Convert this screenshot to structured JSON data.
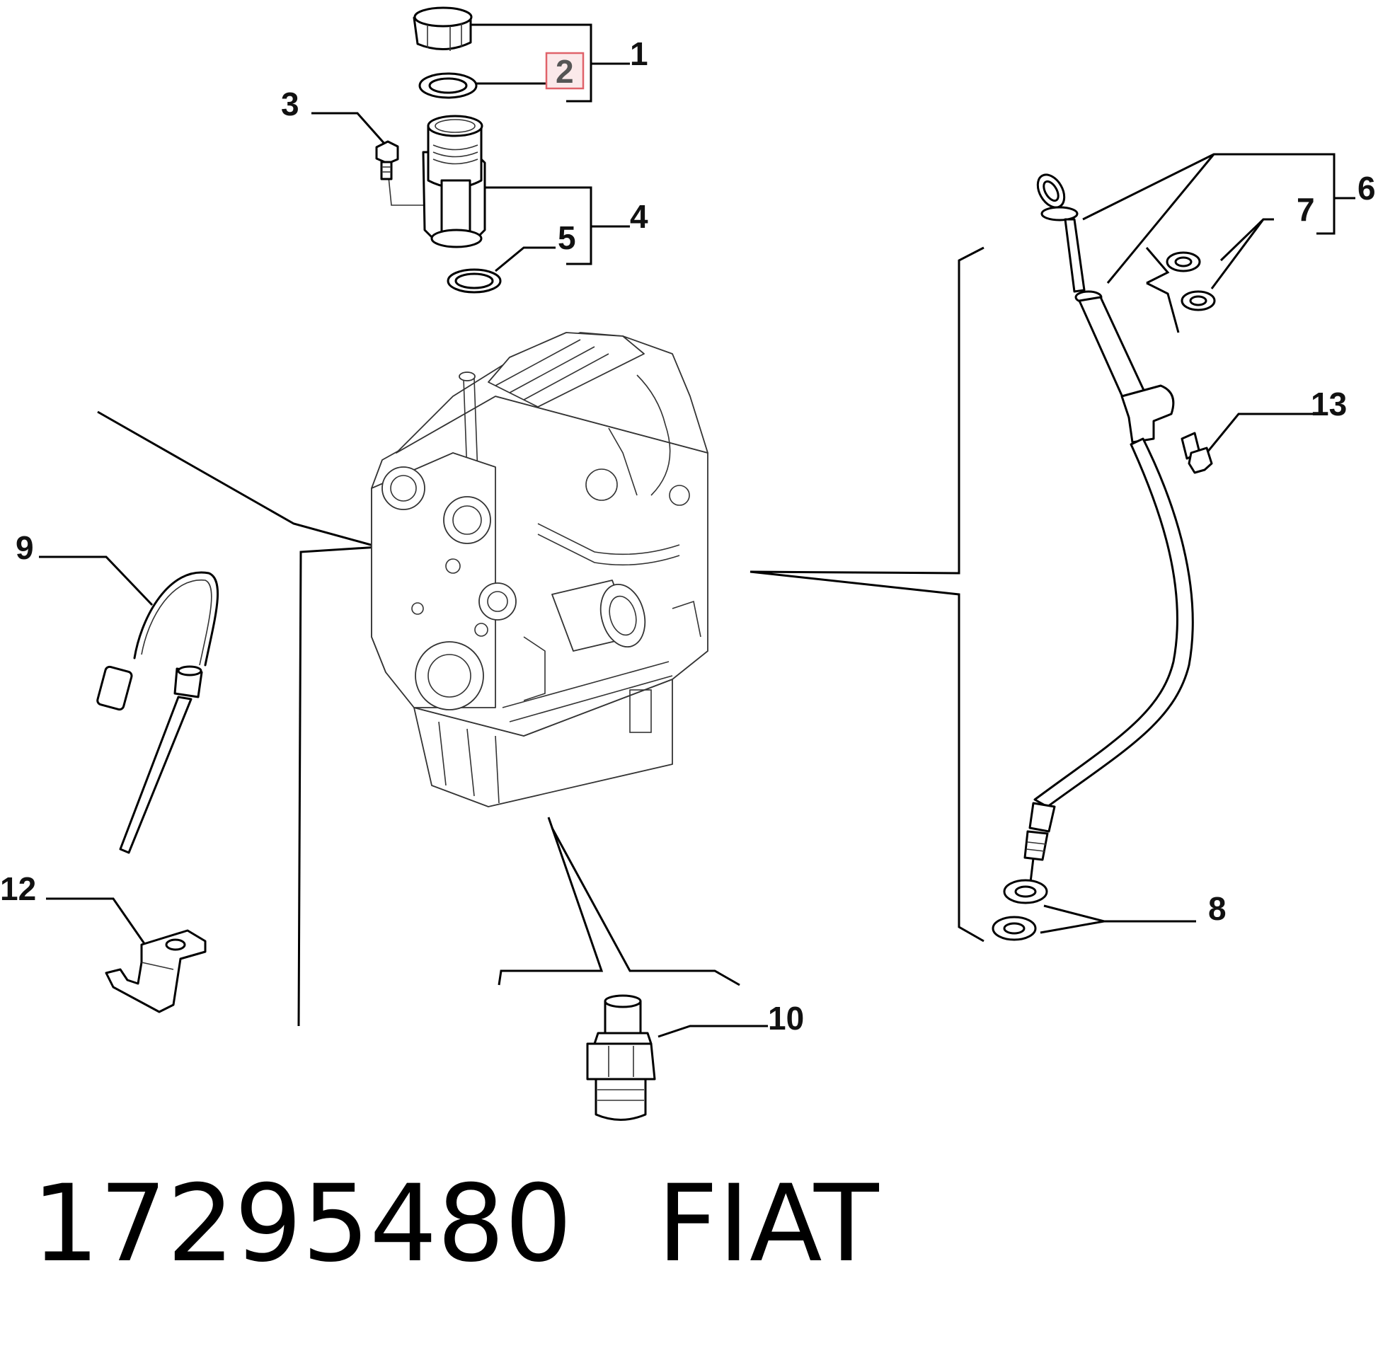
{
  "callouts": [
    {
      "id": "c1",
      "label": "1"
    },
    {
      "id": "c2",
      "label": "2",
      "highlight_color": "#e0626a"
    },
    {
      "id": "c3",
      "label": "3"
    },
    {
      "id": "c4",
      "label": "4"
    },
    {
      "id": "c5",
      "label": "5"
    },
    {
      "id": "c6",
      "label": "6"
    },
    {
      "id": "c7",
      "label": "7"
    },
    {
      "id": "c8",
      "label": "8"
    },
    {
      "id": "c9",
      "label": "9"
    },
    {
      "id": "c10",
      "label": "10"
    },
    {
      "id": "c12",
      "label": "12"
    },
    {
      "id": "c13",
      "label": "13"
    }
  ],
  "footer": {
    "part_number": "17295480",
    "brand": "FIAT"
  }
}
